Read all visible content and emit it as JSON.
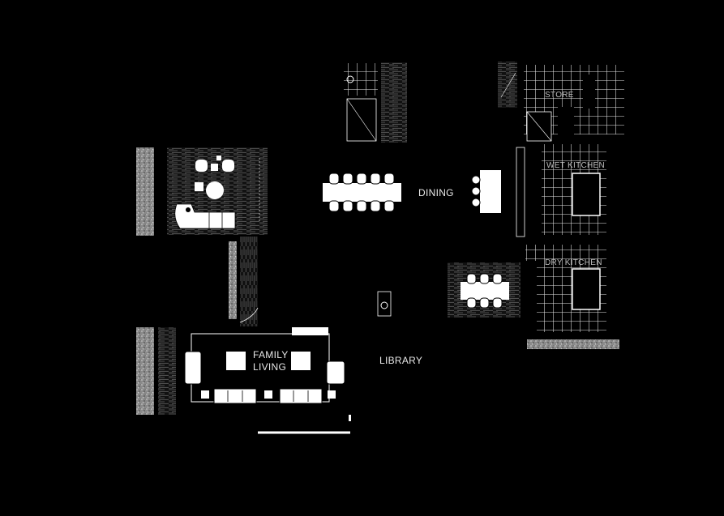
{
  "floorplan": {
    "rooms": {
      "dining": "DINING",
      "wet_kitchen": "WET KITCHEN",
      "dry_kitchen": "DRY KITCHEN",
      "family_living_1": "FAMILY",
      "family_living_2": "LIVING",
      "library": "LIBRARY",
      "store": "STORE"
    },
    "colors": {
      "background": "#000000",
      "line": "#ffffff",
      "label": "#e8e8e8"
    }
  }
}
